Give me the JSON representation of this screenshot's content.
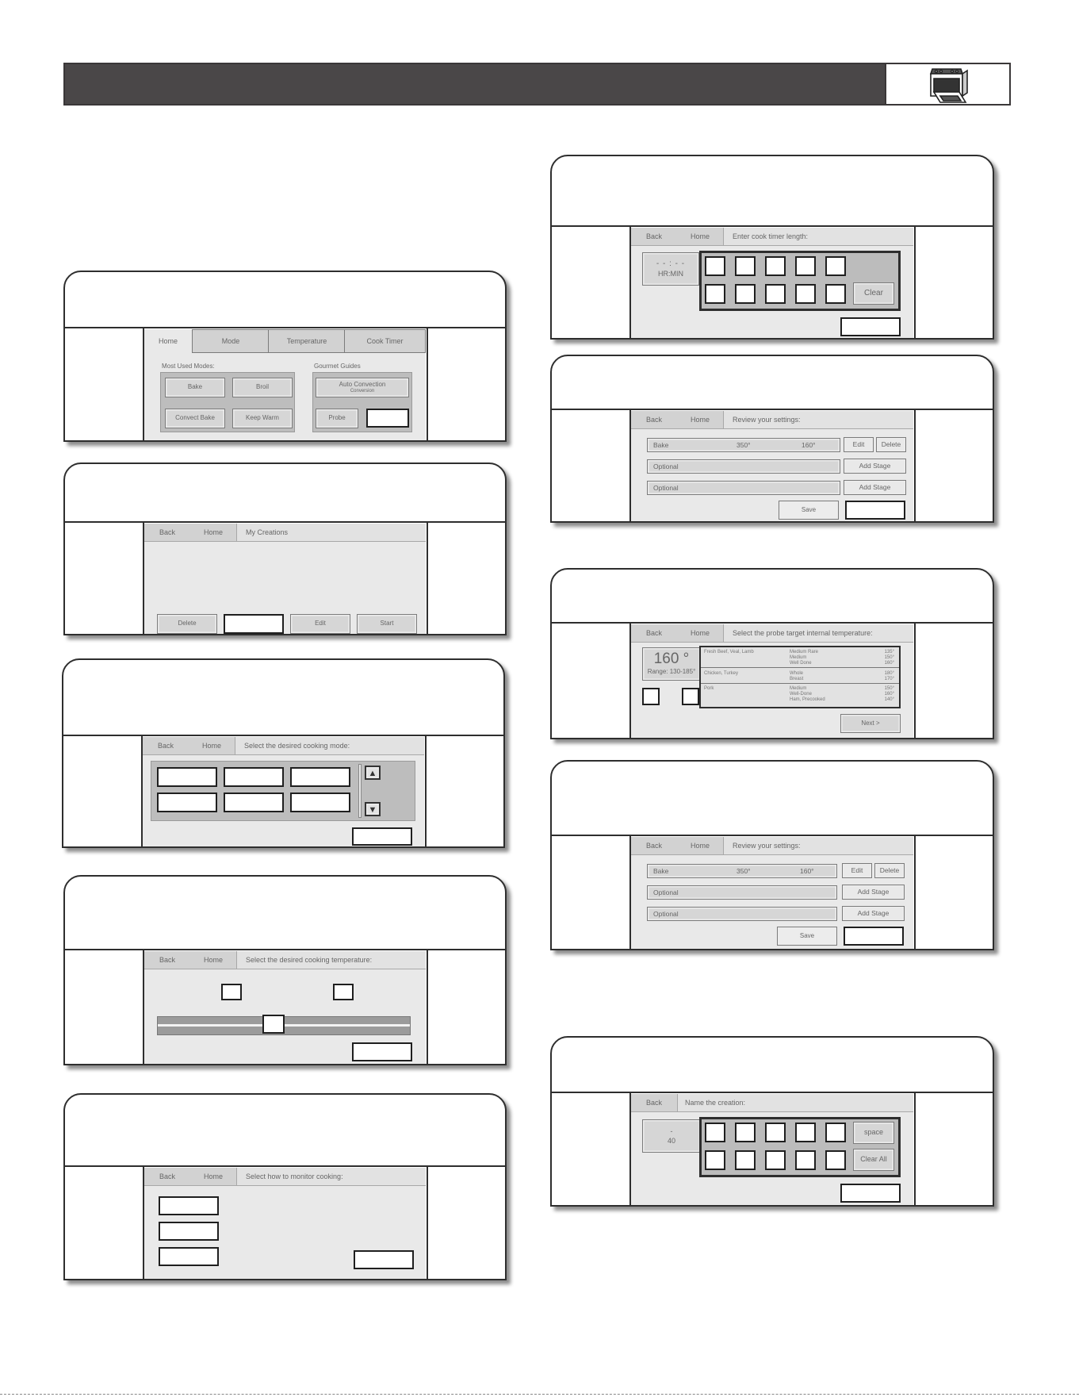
{
  "home_screen": {
    "tabs": [
      "Home",
      "Mode",
      "Temperature",
      "Cook Timer"
    ],
    "most_used_label": "Most Used Modes:",
    "gourmet_label": "Gourmet Guides",
    "modes": [
      "Bake",
      "Broil",
      "Convect Bake",
      "Keep Warm"
    ],
    "auto_convection_line1": "Auto Convection",
    "auto_convection_line2": "Conversion",
    "probe": "Probe"
  },
  "creations_screen": {
    "back": "Back",
    "home": "Home",
    "title": "My Creations",
    "buttons": [
      "Delete",
      "Edit",
      "Start"
    ]
  },
  "mode_screen": {
    "back": "Back",
    "home": "Home",
    "prompt": "Select the desired cooking mode:",
    "up_arrow": "▲",
    "down_arrow": "▼"
  },
  "temp_screen": {
    "back": "Back",
    "home": "Home",
    "prompt": "Select the desired cooking temperature:"
  },
  "monitor_screen": {
    "back": "Back",
    "home": "Home",
    "prompt": "Select how to monitor cooking:"
  },
  "timer_screen": {
    "back": "Back",
    "home": "Home",
    "prompt": "Enter cook timer length:",
    "display_value": "- - : - -",
    "display_unit": "HR:MIN",
    "clear": "Clear"
  },
  "review_screen_1": {
    "back": "Back",
    "home": "Home",
    "prompt": "Review your settings:",
    "stage_mode": "Bake",
    "stage_temp": "350°",
    "stage_probe": "160°",
    "edit": "Edit",
    "delete": "Delete",
    "optional_1": "Optional",
    "optional_2": "Optional",
    "add_stage_1": "Add Stage",
    "add_stage_2": "Add Stage",
    "save": "Save"
  },
  "probe_screen": {
    "back": "Back",
    "home": "Home",
    "prompt": "Select the probe target internal temperature:",
    "temp": "160 °",
    "range": "Range: 130-185°",
    "next": "Next >",
    "groups": [
      {
        "meat": "Fresh Beef, Veal, Lamb",
        "items": [
          "Medium Rare",
          "Medium",
          "Well Done"
        ],
        "temps": [
          "135°",
          "150°",
          "160°"
        ]
      },
      {
        "meat": "Chicken, Turkey",
        "items": [
          "Whole",
          "Breast"
        ],
        "temps": [
          "180°",
          "170°"
        ]
      },
      {
        "meat": "Pork",
        "items": [
          "Medium",
          "Well-Done",
          "Ham, Precooked"
        ],
        "temps": [
          "150°",
          "160°",
          "140°"
        ]
      }
    ]
  },
  "review_screen_2": {
    "back": "Back",
    "home": "Home",
    "prompt": "Review your settings:",
    "stage_mode": "Bake",
    "stage_temp": "350°",
    "stage_probe": "160°",
    "edit": "Edit",
    "delete": "Delete",
    "optional_1": "Optional",
    "optional_2": "Optional",
    "add_stage_1": "Add Stage",
    "add_stage_2": "Add Stage",
    "save": "Save"
  },
  "name_screen": {
    "back": "Back",
    "prompt": "Name the creation:",
    "display_line1": "-",
    "display_line2": "40",
    "space": "space",
    "clear_all": "Clear All"
  },
  "colors": {
    "header": "#4a4748",
    "screen_bg": "#e9e9e9",
    "button_gray": "#d6d6d6"
  }
}
